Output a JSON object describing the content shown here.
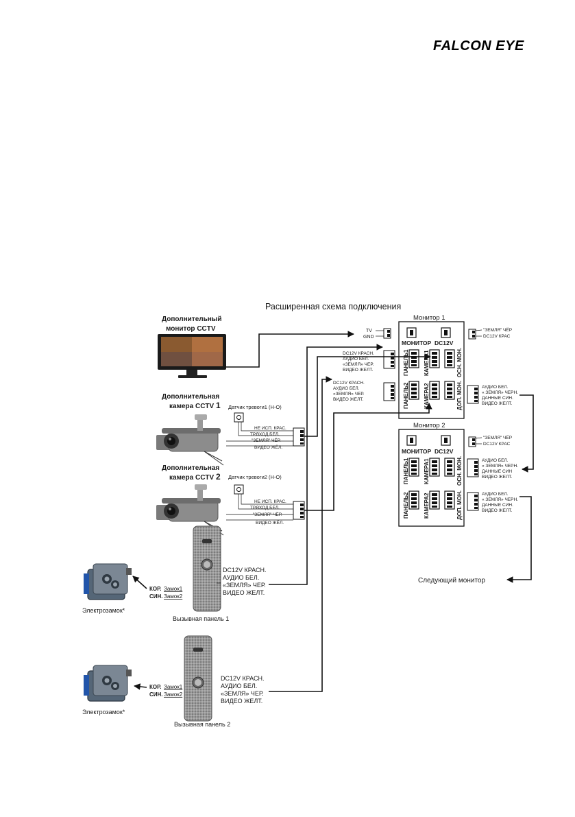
{
  "brand": "FALCON EYE",
  "title": "Расширенная схема подключения",
  "colors": {
    "line": "#111111",
    "panel": "#8a8a8a",
    "board": "#ffffff"
  },
  "monitor1": {
    "label": "Монитор 1",
    "monitor_port": "МОНИТОР",
    "dc_port": "DC12V",
    "panel1": "ПАНЕЛЬ1",
    "panel2": "ПАНЕЛЬ2",
    "camera1": "КАМЕРА1",
    "camera2": "КАМЕРА2",
    "main_mon": "ОСН. МОН.",
    "ext_mon": "ДОП. МОН."
  },
  "monitor2": {
    "label": "Монитор 2",
    "monitor_port": "МОНИТОР",
    "dc_port": "DC12V",
    "panel1": "ПАНЕЛЬ1",
    "panel2": "ПАНЕЛЬ2",
    "camera1": "КАМЕРА1",
    "camera2": "КАМЕРА2",
    "main_mon": "ОСН. МОН.",
    "ext_mon": "ДОП. МОН."
  },
  "cctv_monitor": {
    "label_line1": "Дополнительный",
    "label_line2": "монитор CCTV"
  },
  "tv": {
    "tv": "TV",
    "gnd": "GND"
  },
  "power_m1": {
    "gnd": "\"ЗЕМЛЯ\" ЧЁР",
    "dc": "DC12V КРАС"
  },
  "power_m2": {
    "gnd": "\"ЗЕМЛЯ\" ЧЁР",
    "dc": "DC12V КРАС"
  },
  "panel_wires_m1": {
    "dc": "DC12V КРАСН.",
    "audio": "АУДИО БЕЛ.",
    "gnd": "«ЗЕМЛЯ» ЧЕР.",
    "video": "ВИДЕО ЖЕЛТ."
  },
  "camera_wires_m1": {
    "dc": "DC12V КРАСН.",
    "audio": "АУДИО БЕЛ.",
    "gnd": "«ЗЕМЛЯ» ЧЕР.",
    "video": "ВИДЕО ЖЕЛТ."
  },
  "m1_ext_wires": {
    "audio": "АУДИО БЕЛ.",
    "gnd": "« ЗЕМЛЯ» ЧЕРН.",
    "data": "ДАННЫЕ СИН.",
    "video": "ВИДЕО ЖЕЛТ."
  },
  "m2_main_wires": {
    "audio": "АУДИО БЕЛ.",
    "gnd": "« ЗЕМЛЯ» ЧЕРН.",
    "data": "ДАННЫЕ СИН",
    "video": "ВИДЕО ЖЕЛТ."
  },
  "m2_ext_wires": {
    "audio": "АУДИО БЕЛ.",
    "gnd": "« ЗЕМЛЯ» ЧЕРН.",
    "data": "ДАННЫЕ СИН.",
    "video": "ВИДЕО ЖЕЛТ."
  },
  "camera1": {
    "label_line1": "Дополнительная",
    "label_line2": "камера CCTV",
    "number": "1",
    "sensor": "Датчик тревоги1 (Н-О)",
    "w1": "НЕ ИСП. КРАС.",
    "w2": "ТР.ВХОД БЕЛ.",
    "w3": "\"ЗЕМЛЯ\" ЧЁР.",
    "w4": "ВИДЕО ЖЁЛ."
  },
  "camera2": {
    "label_line1": "Дополнительная",
    "label_line2": "камера CCTV",
    "number": "2",
    "sensor": "Датчик тревоги2 (Н-О)",
    "w1": "НЕ ИСП. КРАС.",
    "w2": "ТР.ВХОД БЕЛ.",
    "w3": "\"ЗЕМЛЯ\" ЧЁР.",
    "w4": "ВИДЕО ЖЁЛ."
  },
  "call_panel1": {
    "caption": "Вызывная панель 1",
    "dc": "DC12V КРАСН.",
    "audio": "АУДИО БЕЛ.",
    "gnd": "«ЗЕМЛЯ» ЧЕР.",
    "video": "ВИДЕО ЖЕЛТ."
  },
  "call_panel2": {
    "caption": "Вызывная панель 2",
    "dc": "DC12V КРАСН.",
    "audio": "АУДИО БЕЛ.",
    "gnd": "«ЗЕМЛЯ» ЧЕР.",
    "video": "ВИДЕО ЖЕЛТ."
  },
  "lock1": {
    "caption": "Электрозамок*",
    "kor": "КОР.",
    "kor_name": "Замок1",
    "sin": "СИН.",
    "sin_name": "Замок2"
  },
  "lock2": {
    "caption": "Электрозамок*",
    "kor": "КОР.",
    "kor_name": "Замок1",
    "sin": "СИН.",
    "sin_name": "Замок2"
  },
  "next_monitor": "Следующий монитор"
}
